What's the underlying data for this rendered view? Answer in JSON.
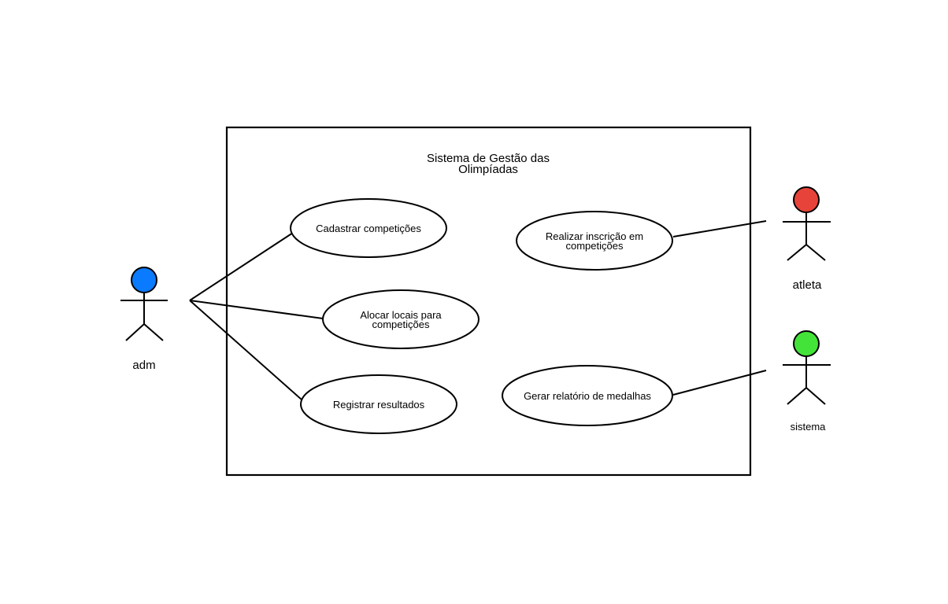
{
  "system": {
    "title_line1": "Sistema de Gestão das",
    "title_line2": "Olimpíadas"
  },
  "use_cases": {
    "cadastrar": "Cadastrar competições",
    "alocar_line1": "Alocar locais para",
    "alocar_line2": "competições",
    "registrar": "Registrar resultados",
    "inscricao_line1": "Realizar inscrição em",
    "inscricao_line2": "competições",
    "relatorio": "Gerar relatório de medalhas"
  },
  "actors": {
    "adm": {
      "label": "adm",
      "color": "#0A7AFF"
    },
    "atleta": {
      "label": "atleta",
      "color": "#E8433A"
    },
    "sistema": {
      "label": "sistema",
      "color": "#44E33A"
    }
  }
}
